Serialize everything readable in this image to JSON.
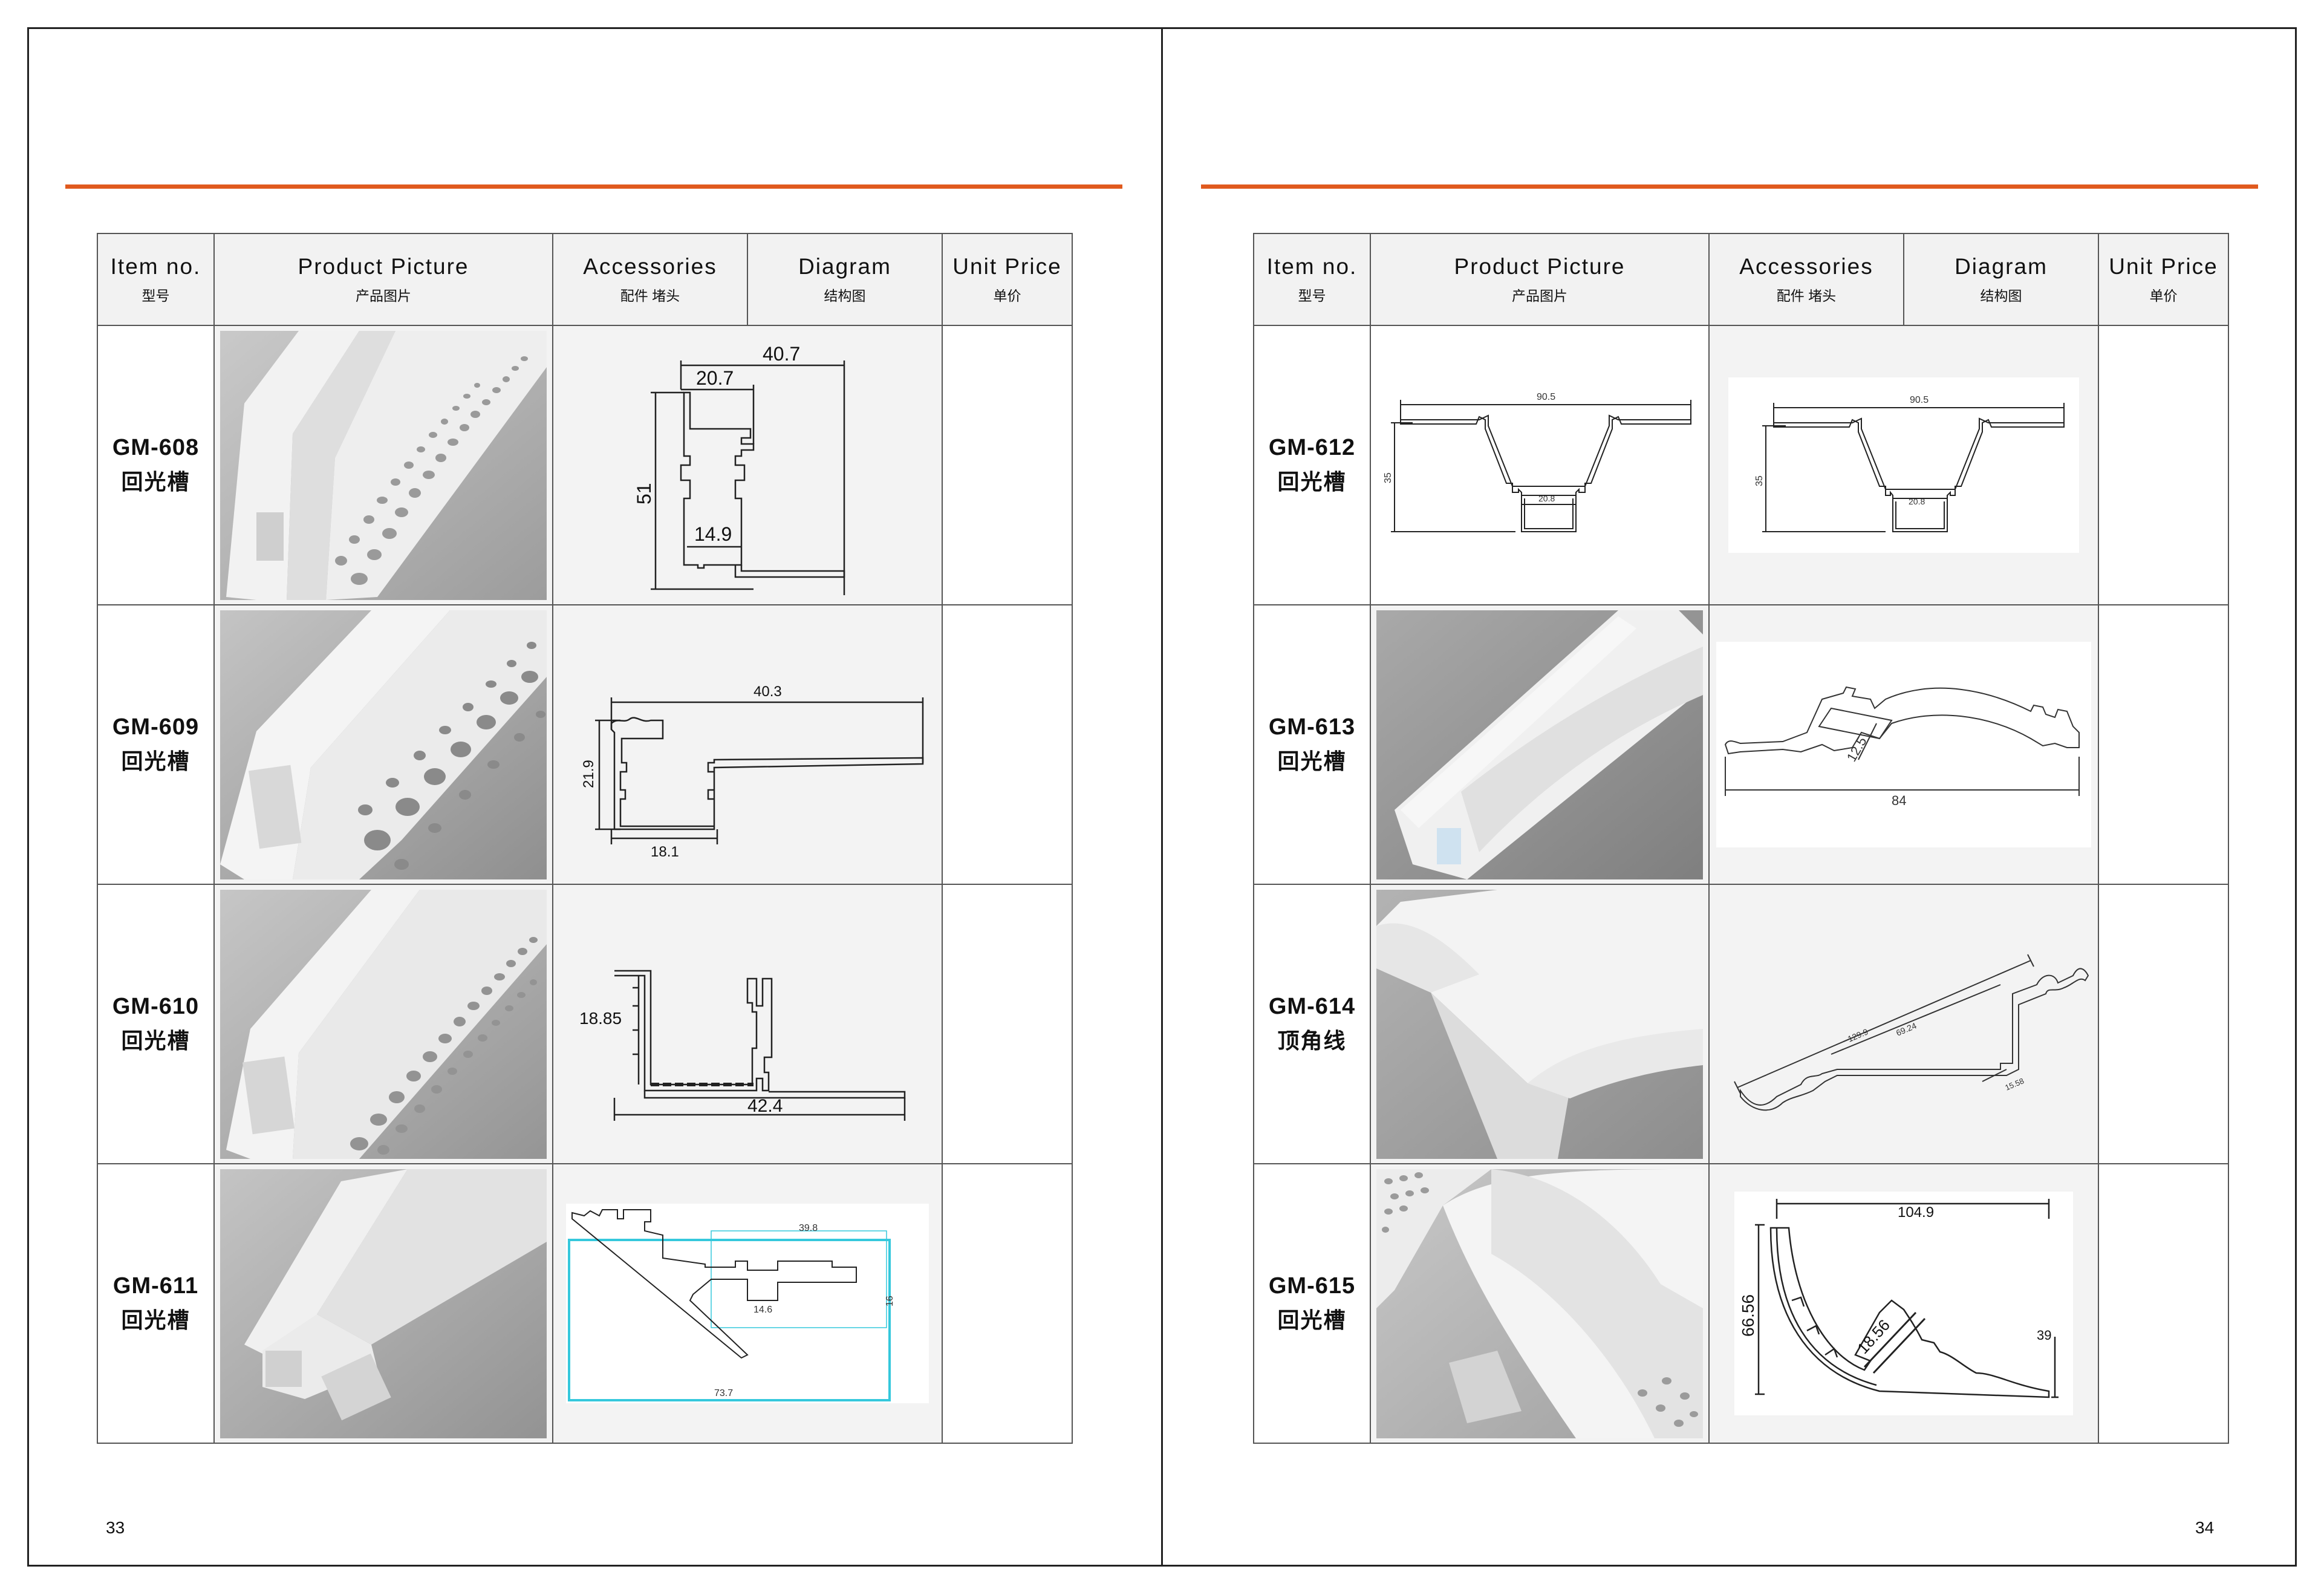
{
  "columns": {
    "item": {
      "en": "Item no.",
      "zh": "型号"
    },
    "picture": {
      "en": "Product Picture",
      "zh": "产品图片"
    },
    "accessories": {
      "en": "Accessories",
      "zh": "配件 堵头"
    },
    "diagram": {
      "en": "Diagram",
      "zh": "结构图"
    },
    "price": {
      "en": "Unit Price",
      "zh": "单价"
    }
  },
  "pages": [
    {
      "page_number": "33",
      "rows": [
        {
          "code": "GM-608",
          "desc": "回光槽",
          "dims": [
            "40.7",
            "20.7",
            "51",
            "14.9"
          ]
        },
        {
          "code": "GM-609",
          "desc": "回光槽",
          "dims": [
            "40.3",
            "21.9",
            "18.1"
          ]
        },
        {
          "code": "GM-610",
          "desc": "回光槽",
          "dims": [
            "18.85",
            "42.4"
          ]
        },
        {
          "code": "GM-611",
          "desc": "回光槽",
          "dims": [
            "39.8",
            "14.6",
            "16",
            "73.7"
          ]
        }
      ]
    },
    {
      "page_number": "34",
      "rows": [
        {
          "code": "GM-612",
          "desc": "回光槽",
          "dims": [
            "90.5",
            "35",
            "20.8"
          ]
        },
        {
          "code": "GM-613",
          "desc": "回光槽",
          "dims": [
            "12.5",
            "84"
          ]
        },
        {
          "code": "GM-614",
          "desc": "顶角线",
          "dims": [
            "129.9",
            "69.24",
            "15.58"
          ]
        },
        {
          "code": "GM-615",
          "desc": "回光槽",
          "dims": [
            "104.9",
            "66.56",
            "18.56",
            "39"
          ]
        }
      ]
    }
  ],
  "colors": {
    "accent_rule": "#e05a1e",
    "border": "#555555",
    "header_bg": "#f2f2f2",
    "cell_bg": "#f3f3f3",
    "cyan_outline": "#35c8dc"
  }
}
